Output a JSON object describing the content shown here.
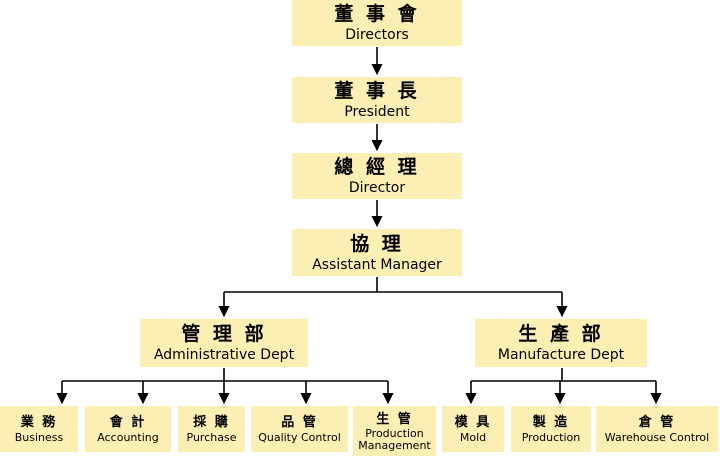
{
  "top_chain": [
    {
      "zh": "董 事 會",
      "en": "Directors"
    },
    {
      "zh": "董 事 長",
      "en": "President"
    },
    {
      "zh": "總 經 理",
      "en": "Director"
    },
    {
      "zh": "協 理",
      "en": "Assistant Manager"
    }
  ],
  "departments": [
    {
      "zh": "管 理 部",
      "en": "Administrative Dept",
      "units": [
        {
          "zh": "業 務",
          "en": "Business"
        },
        {
          "zh": "會 計",
          "en": "Accounting"
        },
        {
          "zh": "採 購",
          "en": "Purchase"
        },
        {
          "zh": "品 管",
          "en": "Quality Control"
        },
        {
          "zh": "生 管",
          "en": "Production Management"
        }
      ]
    },
    {
      "zh": "生 產 部",
      "en": "Manufacture Dept",
      "units": [
        {
          "zh": "模 具",
          "en": "Mold"
        },
        {
          "zh": "製 造",
          "en": "Production"
        },
        {
          "zh": "倉 管",
          "en": "Warehouse Control"
        }
      ]
    }
  ],
  "colors": {
    "box_fill": "#fcefb4",
    "line": "#000000"
  }
}
